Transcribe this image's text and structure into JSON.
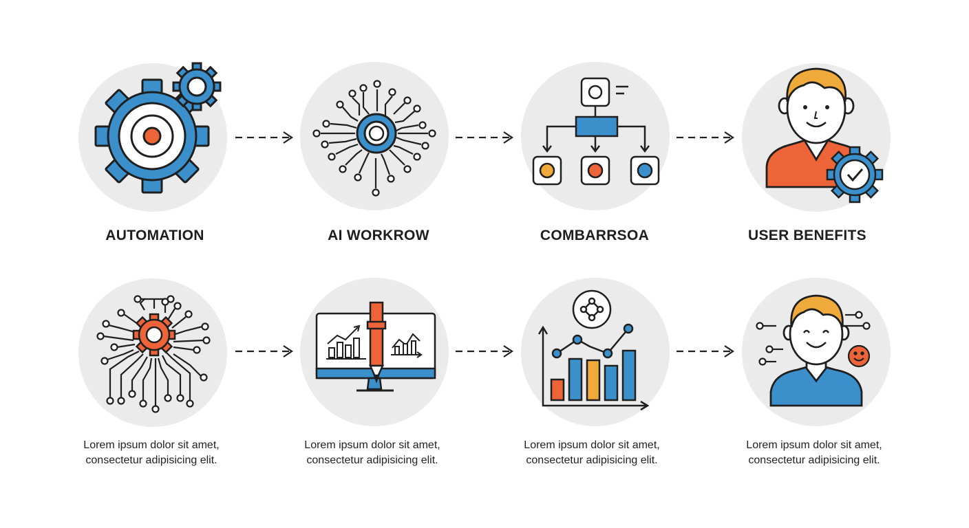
{
  "colors": {
    "blue": "#3b8fcb",
    "orange": "#ec6437",
    "yellow": "#f0a93b",
    "outline": "#1f1f1f",
    "circle_bg": "#ebebeb"
  },
  "top_row": [
    {
      "label": "AUTOMATION",
      "icon": "gear-target-icon"
    },
    {
      "label": "AI WORKROW",
      "icon": "ai-network-icon"
    },
    {
      "label": "COMBARRSOA",
      "icon": "flowchart-icon"
    },
    {
      "label": "USER BENEFITS",
      "icon": "user-gear-check-icon"
    }
  ],
  "bottom_row": [
    {
      "icon": "gear-circuit-icon",
      "line1": "Lorem ipsum dolor sit amet,",
      "line2": "consectetur adipisicing elit."
    },
    {
      "icon": "monitor-chart-pen-icon",
      "line1": "Lorem ipsum dolor sit amet,",
      "line2": "consectetur adipisicing elit."
    },
    {
      "icon": "bar-line-chart-icon",
      "line1": "Lorem ipsum dolor sit amet,",
      "line2": "consectetur adipisicing elit."
    },
    {
      "icon": "happy-user-icon",
      "line1": "Lorem ipsum dolor sit amet,",
      "line2": "consectetur adipisicing elit."
    }
  ]
}
